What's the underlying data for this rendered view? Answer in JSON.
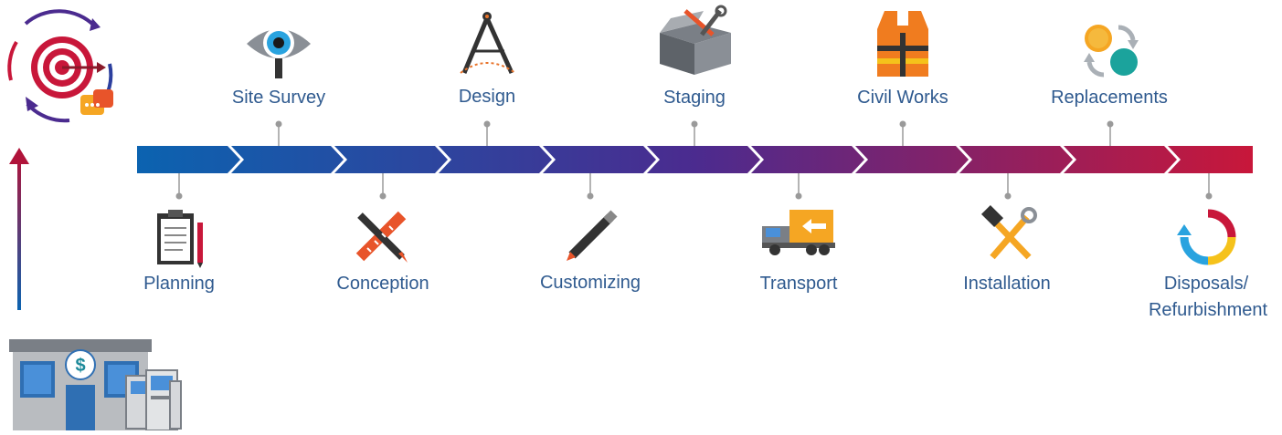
{
  "steps_top": [
    {
      "label": "Site Survey",
      "icon": "eye-magnifier-icon"
    },
    {
      "label": "Design",
      "icon": "compass-icon"
    },
    {
      "label": "Staging",
      "icon": "toolbox-icon"
    },
    {
      "label": "Civil Works",
      "icon": "safety-vest-icon"
    },
    {
      "label": "Replacements",
      "icon": "swap-circles-icon"
    }
  ],
  "steps_bottom": [
    {
      "label": "Planning",
      "icon": "clipboard-icon"
    },
    {
      "label": "Conception",
      "icon": "ruler-pencil-icon"
    },
    {
      "label": "Customizing",
      "icon": "pencil-icon"
    },
    {
      "label": "Transport",
      "icon": "truck-icon"
    },
    {
      "label": "Installation",
      "icon": "hammer-wrench-icon"
    },
    {
      "label": "Disposals/",
      "label2": "Refurbishment",
      "icon": "recycle-circle-icon"
    }
  ],
  "side_icons": {
    "top": "target-cycle-icon",
    "bottom": "bank-atm-icon",
    "arrow": "up-arrow-icon"
  },
  "colors": {
    "start": "#0b63b0",
    "mid": "#4b2b8f",
    "end": "#c8173a",
    "label": "#2f5a8f",
    "connector": "#9a9a9a"
  }
}
